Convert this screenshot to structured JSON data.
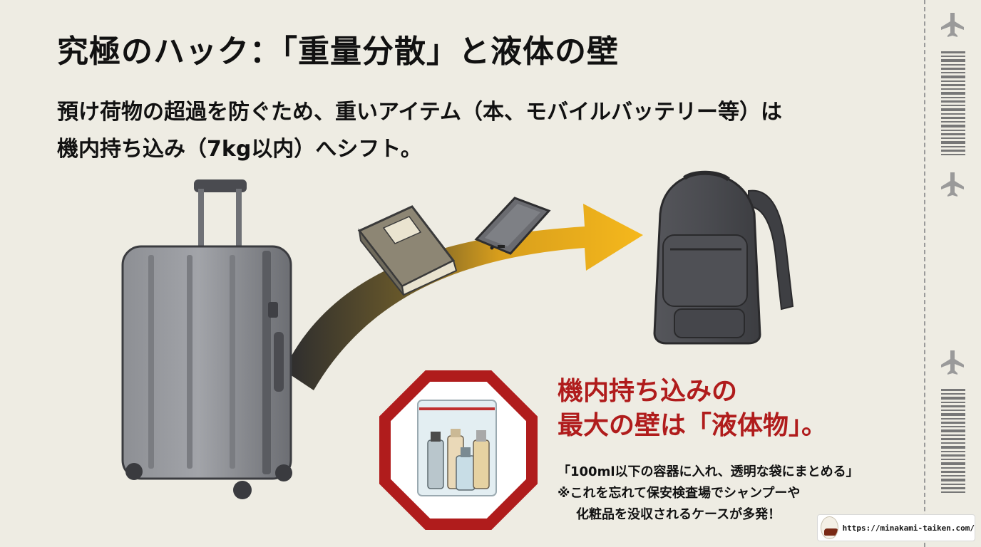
{
  "title": "究極のハック：「重量分散」と液体の壁",
  "subtitle": {
    "line1": "預け荷物の超過を防ぐため、重いアイテム（本、モバイルバッテリー等）は",
    "line2": "機内持ち込み（7kg以内）へシフト。"
  },
  "warning": {
    "heading_line1": "機内持ち込みの",
    "heading_line2": "最大の壁は「液体物」。",
    "note_line1": "「100ml以下の容器に入れ、透明な袋にまとめる」",
    "note_line2": "※これを忘れて保安検査場でシャンプーや",
    "note_line3": "化粧品を没収されるケースが多発！"
  },
  "footer": {
    "url": "https://minakami-taiken.com/"
  },
  "colors": {
    "background": "#eeece3",
    "warning_red": "#b01c1c",
    "arrow_yellow": "#f2b01e",
    "arrow_dark": "#3a3a3a",
    "suitcase_gray": "#7d7f84",
    "backpack_gray": "#4a4b4f"
  },
  "icons": {
    "illustration": [
      "suitcase-icon",
      "book-icon",
      "power-bank-icon",
      "backpack-icon",
      "liquid-bag-icon",
      "prohibition-octagon-icon"
    ],
    "ticket_stub": [
      "airplane-icon",
      "barcode-icon",
      "airplane-icon",
      "airplane-icon",
      "barcode-icon"
    ]
  }
}
